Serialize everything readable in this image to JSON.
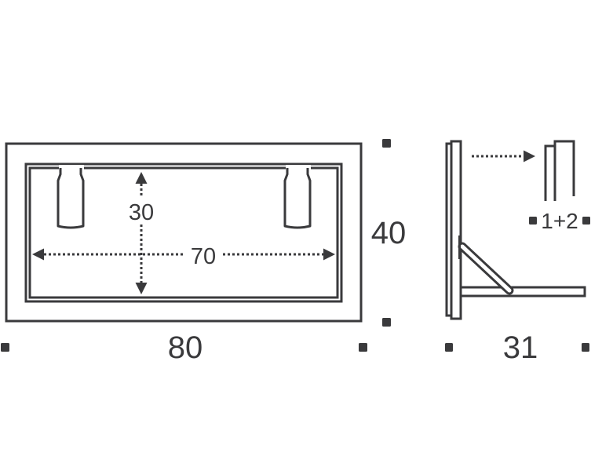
{
  "colors": {
    "stroke": "#3a3a3c",
    "background": "#ffffff"
  },
  "front_view": {
    "outer_width_label": "80",
    "outer_height_label": "40",
    "inner_width_label": "70",
    "inner_height_label": "30",
    "spotlights": 2
  },
  "side_view": {
    "depth_label": "31",
    "layers_label": "1+2"
  }
}
